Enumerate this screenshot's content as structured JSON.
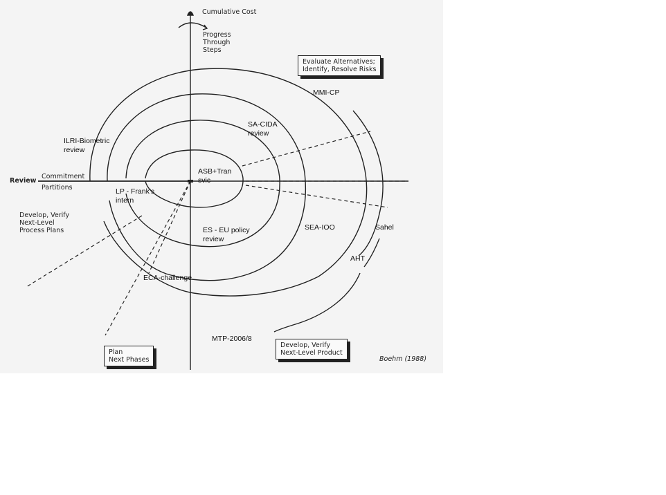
{
  "axis_labels": {
    "cumulative_cost": "Cumulative Cost",
    "progress": "Progress\nThrough\nSteps",
    "review": "Review",
    "commitment": "Commitment",
    "partitions": "Partitions"
  },
  "quadrants": {
    "evaluate": "Evaluate Alternatives;\nIdentify, Resolve Risks",
    "develop_process": "Develop, Verify\nNext-Level\nProcess Plans",
    "plan": "Plan\nNext Phases",
    "develop_product": "Develop, Verify\nNext-Level Product"
  },
  "credit": "Boehm (1988)",
  "annotations": {
    "mmi_cp": "MMI-CP",
    "sa_cida": "SA-CIDA\nreview",
    "ilri": "ILRI-Biometric\nreview",
    "asb": "ASB+Tran\nsvic",
    "lp": "LP - Frank's\nintern",
    "es_eu": "ES - EU policy\nreview",
    "sea_ioo": "SEA-IOO",
    "sahel": "Sahel",
    "aht": "AHT",
    "eca": "ECA-challenge",
    "mtp": "MTP-2006/8"
  },
  "colors": {
    "ink": "#222222",
    "paper": "#f4f4f4",
    "page": "#ffffff"
  }
}
